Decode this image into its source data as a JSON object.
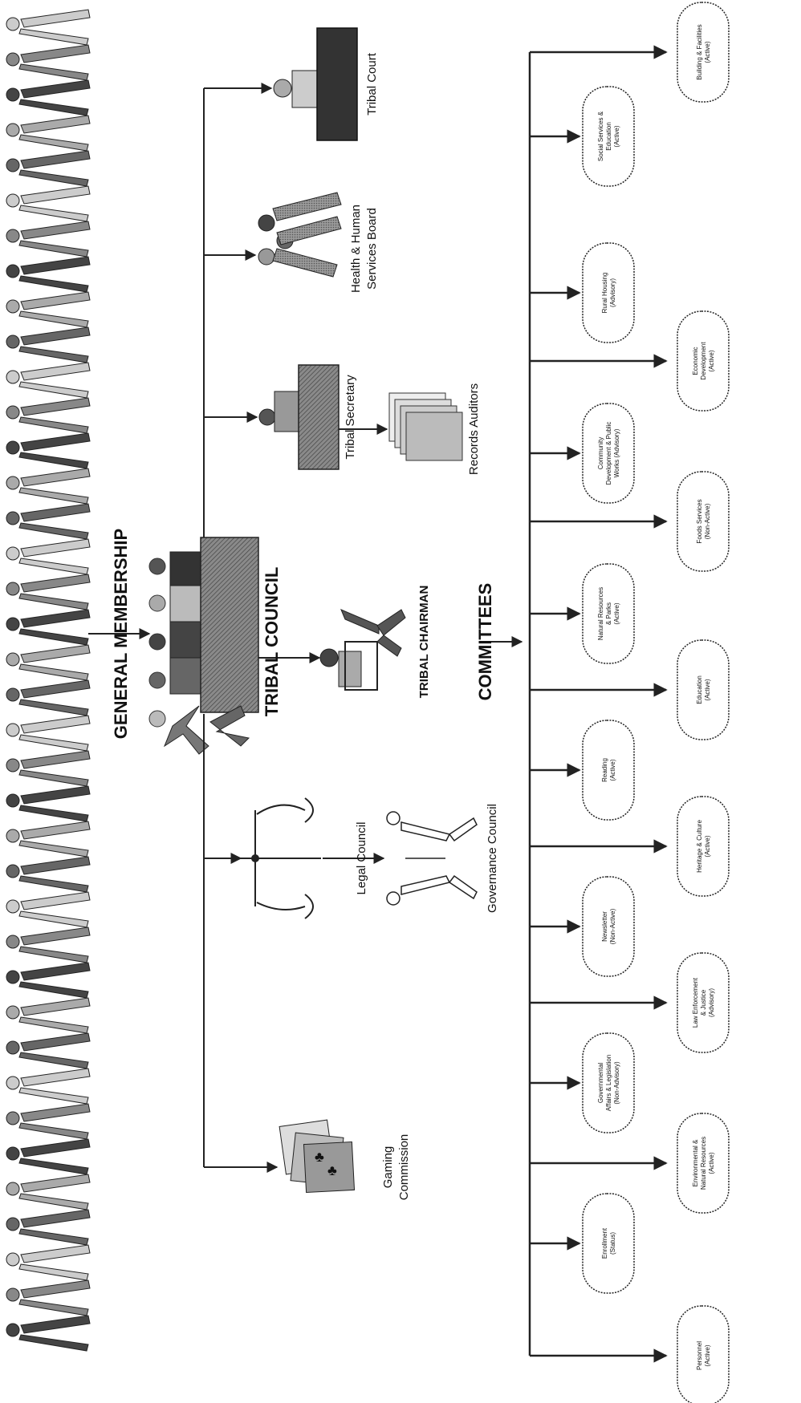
{
  "labels": {
    "general_membership": "GENERAL MEMBERSHIP",
    "tribal_council": "TRIBAL COUNCIL",
    "tribal_chairman": "TRIBAL CHAIRMAN",
    "committees": "COMMITTEES",
    "tribal_court": "Tribal Court",
    "health_board_line1": "Health & Human",
    "health_board_line2": "Services Board",
    "tribal_secretary": "Tribal Secretary",
    "records_auditors": "Records Auditors",
    "legal_council": "Legal Council",
    "governance_council": "Governance Council",
    "gaming_line1": "Gaming",
    "gaming_line2": "Commission"
  },
  "committees_upper": [
    {
      "line1": "Enrollment",
      "line2": "(Status)",
      "line3": ""
    },
    {
      "line1": "Governmental",
      "line2": "Affairs & Legislation",
      "line3": "(Non-Advisory)"
    },
    {
      "line1": "Newsletter",
      "line2": "(Non-Active)",
      "line3": ""
    },
    {
      "line1": "Reading",
      "line2": "(Active)",
      "line3": ""
    },
    {
      "line1": "Natural Resources",
      "line2": "& Parks",
      "line3": "(Active)"
    },
    {
      "line1": "Community",
      "line2": "Development & Public",
      "line3": "Works (Advisory)"
    },
    {
      "line1": "Rural Housing",
      "line2": "(Advisory)",
      "line3": ""
    },
    {
      "line1": "Social Services &",
      "line2": "Education",
      "line3": "(Active)"
    }
  ],
  "committees_lower": [
    {
      "line1": "Personnel",
      "line2": "(Active)",
      "line3": ""
    },
    {
      "line1": "Environmental &",
      "line2": "Natural Resources",
      "line3": "(Active)"
    },
    {
      "line1": "Law Enforcement",
      "line2": "& Justice",
      "line3": "(Advisory)"
    },
    {
      "line1": "Heritage & Culture",
      "line2": "(Active)",
      "line3": ""
    },
    {
      "line1": "Education",
      "line2": "(Active)",
      "line3": ""
    },
    {
      "line1": "Foods Services",
      "line2": "(Non-Active)",
      "line3": ""
    },
    {
      "line1": "Economic",
      "line2": "Development",
      "line3": "(Active)"
    },
    {
      "line1": "Building & Facilities",
      "line2": "(Active)",
      "line3": ""
    }
  ]
}
